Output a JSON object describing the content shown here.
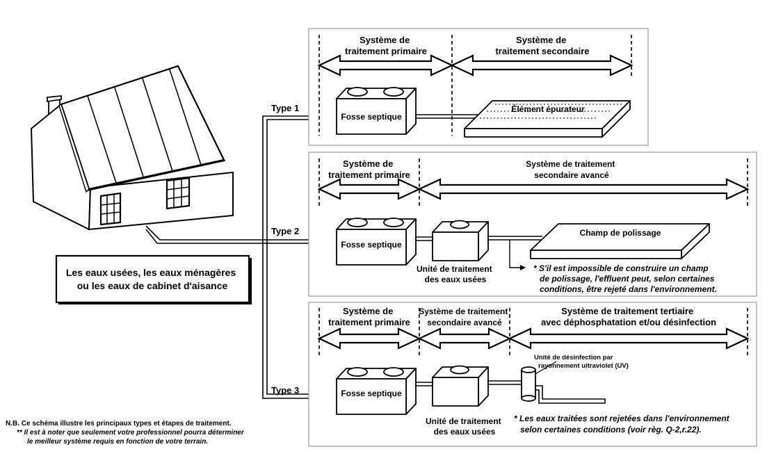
{
  "type_labels": [
    "Type 1",
    "Type 2",
    "Type 3"
  ],
  "type1": {
    "primary_header": [
      "Système de",
      "traitement primaire"
    ],
    "secondary_header": [
      "Système de",
      "traitement secondaire"
    ],
    "tank_label": "Fosse septique",
    "field_label": "Élément épurateur"
  },
  "type2": {
    "primary_header": [
      "Système de",
      "traitement primaire"
    ],
    "secondary_header": [
      "Système de traitement",
      "secondaire avancé"
    ],
    "tank_label": "Fosse septique",
    "unit_label": [
      "Unité de traitement",
      "des eaux usées"
    ],
    "field_label": "Champ de polissage",
    "note": [
      "* S'il est impossible de construire un champ",
      "de polissage, l'effluent peut, selon certaines",
      "conditions, être rejeté dans l'environnement."
    ]
  },
  "type3": {
    "primary_header": [
      "Système de",
      "traitement primaire"
    ],
    "secondary_header": [
      "Système de traitement",
      "secondaire avancé"
    ],
    "tertiary_header": [
      "Système de traitement tertiaire",
      "avec déphosphatation et/ou désinfection"
    ],
    "tank_label": "Fosse septique",
    "unit_label": [
      "Unité de traitement",
      "des eaux usées"
    ],
    "uv_label": [
      "Unité de désinfection par",
      "rayonnement ultraviolet (UV)"
    ],
    "note": [
      "* Les eaux traitées sont rejetées dans l'environnement",
      "selon certaines conditions (voir règ. Q-2,r.22)."
    ]
  },
  "house_caption": [
    "Les eaux usées, les eaux ménagères",
    "ou les eaux de cabinet d'aisance"
  ],
  "footnote": [
    "N.B. Ce schéma illustre les principaux types et étapes de traitement.",
    "** Il est à noter que seulement votre professionnel pourra déterminer",
    "le meilleur système requis en fonction de votre terrain."
  ]
}
